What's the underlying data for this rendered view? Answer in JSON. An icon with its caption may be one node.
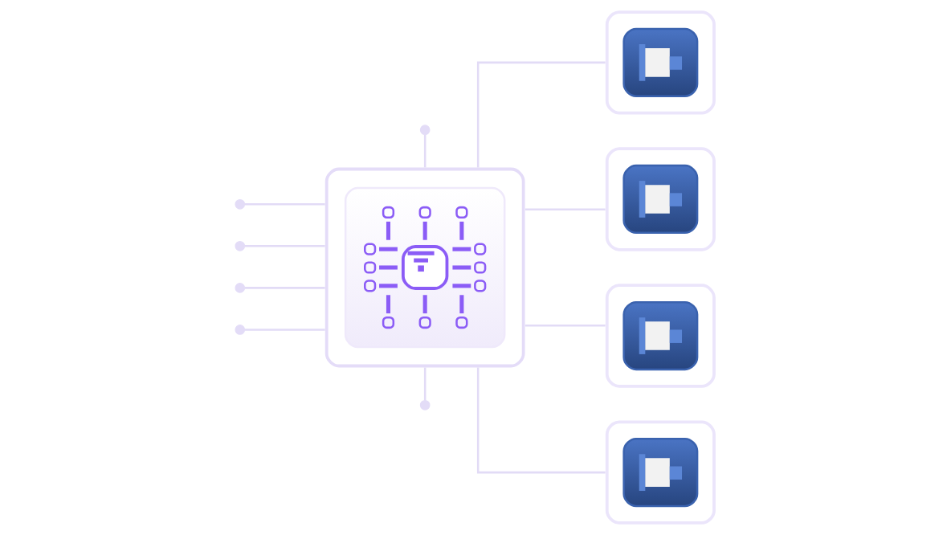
{
  "diagram": {
    "nodes": [
      {
        "text": [],
        "shape": "picture"
      },
      {
        "text": [],
        "shape": "picture"
      },
      {
        "text": [],
        "shape": "picture"
      },
      {
        "text": [],
        "shape": "picture"
      },
      {
        "text": [],
        "shape": "picture"
      },
      {
        "text": [],
        "shape": "circle"
      },
      {
        "text": [],
        "shape": "circle"
      },
      {
        "text": [],
        "shape": "circle"
      },
      {
        "text": [],
        "shape": "circle"
      },
      {
        "text": [],
        "shape": "circle"
      },
      {
        "text": [],
        "shape": "circle"
      }
    ],
    "edges": [
      {
        "from": 0,
        "to": 1,
        "arrow": "none"
      },
      {
        "from": 0,
        "to": 2,
        "arrow": "none"
      },
      {
        "from": 0,
        "to": 3,
        "arrow": "none"
      },
      {
        "from": 0,
        "to": 4,
        "arrow": "none"
      },
      {
        "from": 5,
        "to": 0,
        "arrow": "none"
      },
      {
        "from": 6,
        "to": 0,
        "arrow": "none"
      },
      {
        "from": 7,
        "to": 0,
        "arrow": "none"
      },
      {
        "from": 8,
        "to": 0,
        "arrow": "none"
      },
      {
        "from": 9,
        "to": 0,
        "arrow": "none"
      },
      {
        "from": 0,
        "to": 10,
        "arrow": "none"
      }
    ]
  }
}
